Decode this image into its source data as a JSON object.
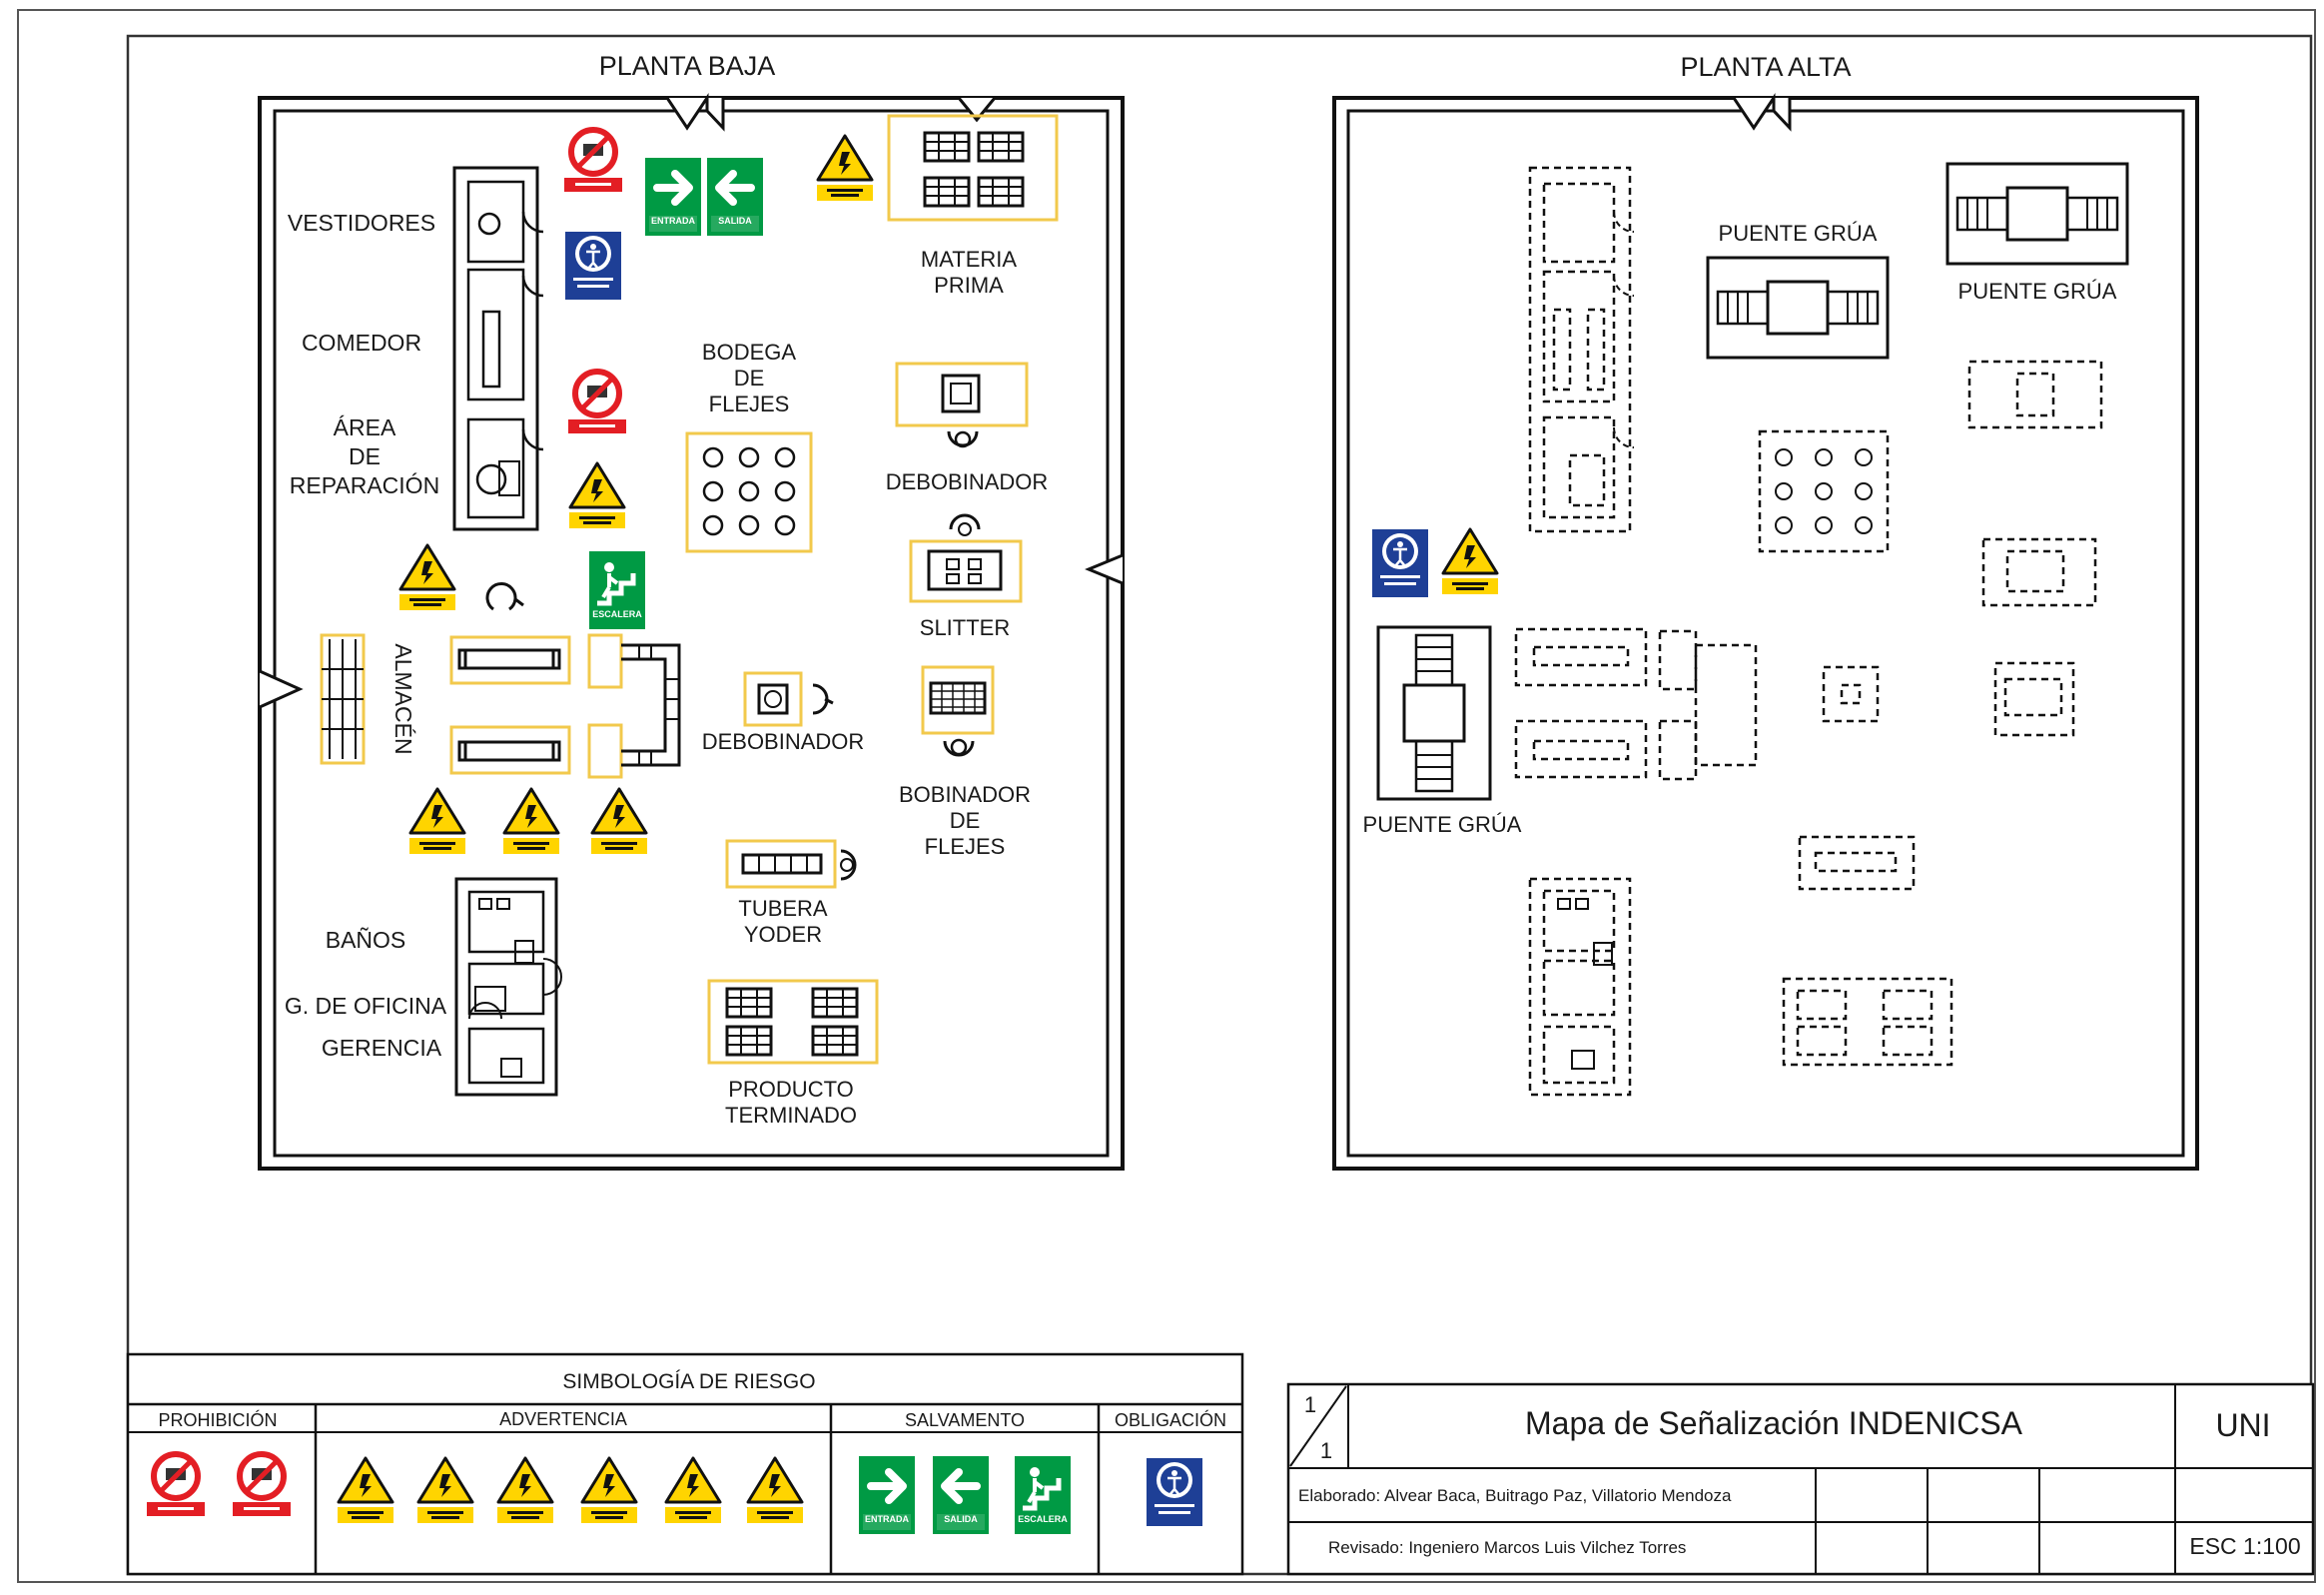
{
  "floors": {
    "ground": {
      "title": "PLANTA BAJA",
      "rooms": {
        "vestidores": "VESTIDORES",
        "comedor": "COMEDOR",
        "reparacion": [
          "ÁREA",
          "DE",
          "REPARACIÓN"
        ],
        "almacen": "ALMACÉN",
        "banos": "BAÑOS",
        "oficina": "G. DE OFICINA",
        "gerencia": "GERENCIA"
      },
      "zones": {
        "materia_prima": [
          "MATERIA",
          "PRIMA"
        ],
        "bodega_flejes": [
          "BODEGA",
          "DE",
          "FLEJES"
        ],
        "debobinador_1": "DEBOBINADOR",
        "slitter": "SLITTER",
        "debobinador_2": "DEBOBINADOR",
        "bobinador_flejes": [
          "BOBINADOR",
          "DE",
          "FLEJES"
        ],
        "tubera_yoder": [
          "TUBERA",
          "YODER"
        ],
        "producto_terminado": [
          "PRODUCTO",
          "TERMINADO"
        ]
      }
    },
    "upper": {
      "title": "PLANTA ALTA",
      "cranes": [
        "PUENTE GRÚA",
        "PUENTE GRÚA",
        "PUENTE GRÚA"
      ]
    }
  },
  "legend": {
    "title": "SIMBOLOGÍA DE RIESGO",
    "prohibicion": "PROHIBICIÓN",
    "advertencia": "ADVERTENCIA",
    "salvamento": "SALVAMENTO",
    "obligacion": "OBLIGACIÓN"
  },
  "signs": {
    "entrada": "ENTRADA",
    "salida": "SALIDA",
    "escalera": "ESCALERA"
  },
  "title_block": {
    "sheet_num": "1",
    "sheet_total": "1",
    "title": "Mapa de Señalización  INDENICSA",
    "org": "UNI",
    "elaborado": "Elaborado: Alvear Baca, Buitrago Paz, Villatorio Mendoza",
    "revisado": "Revisado: Ingeniero Marcos Luis Vilchez Torres",
    "scale": "ESC 1:100"
  },
  "colors": {
    "prohibition": "#e31e24",
    "warning": "#ffd400",
    "rescue": "#009a44",
    "mandatory": "#1e3f96",
    "zone": "#f2c94c"
  }
}
